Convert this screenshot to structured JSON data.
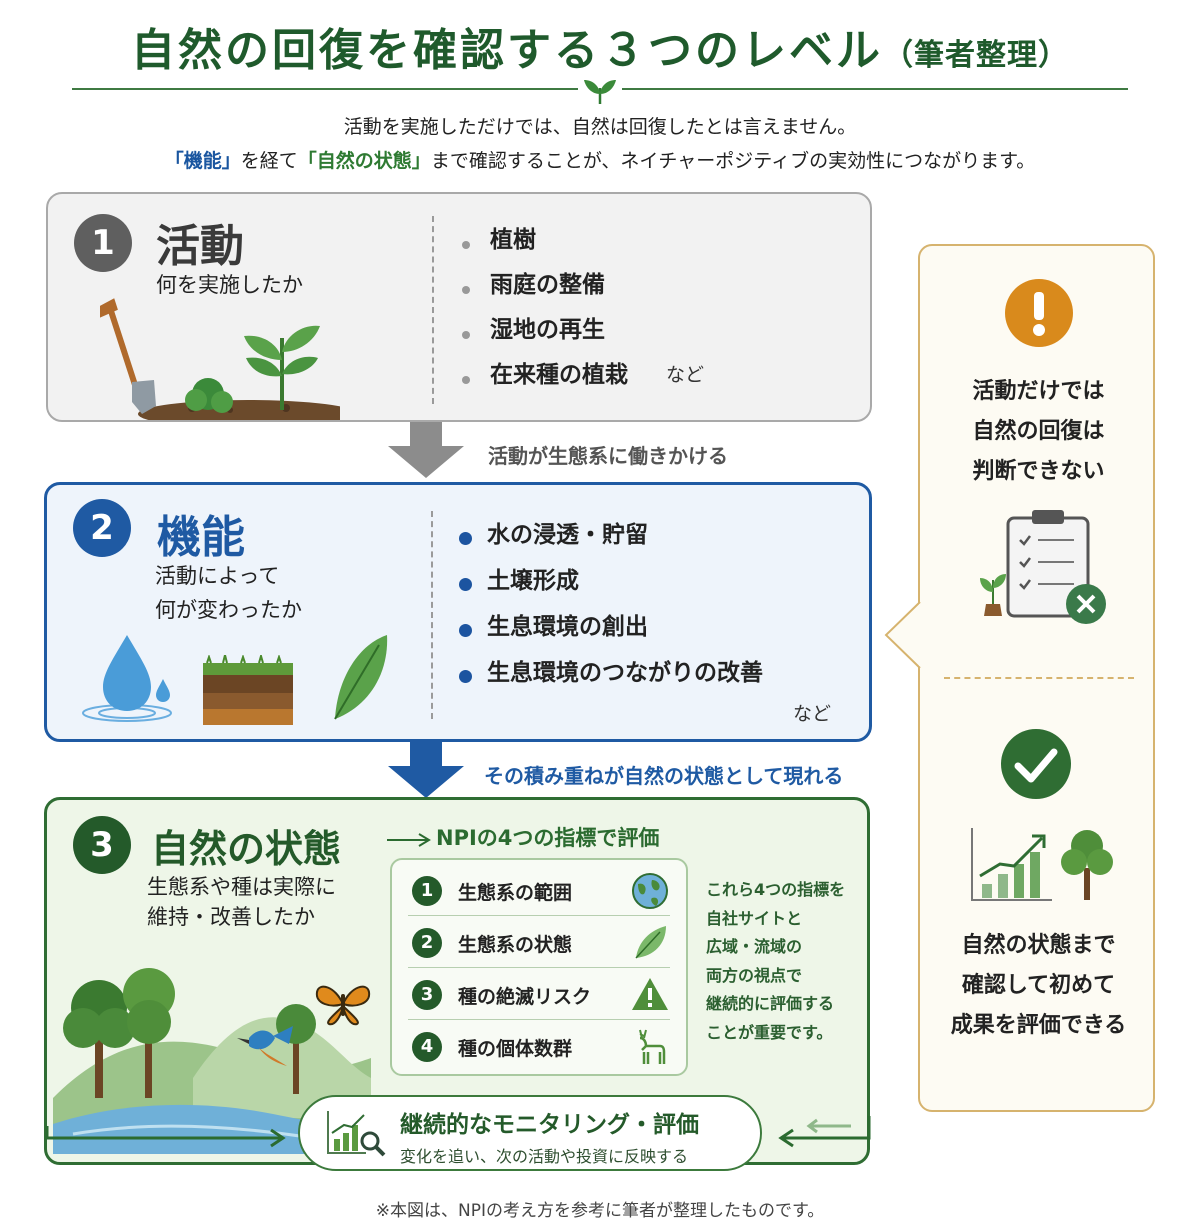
{
  "title": {
    "main": "自然の回復を確認する３つのレベル",
    "sub": "（筆者整理）"
  },
  "lead": {
    "line1": "活動を実施しただけでは、自然は回復したとは言えません。",
    "line2_q1": "「機能」",
    "line2_mid": "を経て",
    "line2_q2": "「自然の状態」",
    "line2_end": "まで確認することが、ネイチャーポジティブの実効性につながります。"
  },
  "level1": {
    "number": "1",
    "heading": "活動",
    "question": "何を実施したか",
    "items": [
      "植樹",
      "雨庭の整備",
      "湿地の再生",
      "在来種の植栽"
    ],
    "etc": "など"
  },
  "arrow1_label": "活動が生態系に働きかける",
  "level2": {
    "number": "2",
    "heading": "機能",
    "question_line1": "活動によって",
    "question_line2": "何が変わったか",
    "items": [
      "水の浸透・貯留",
      "土壌形成",
      "生息環境の創出",
      "生息環境のつながりの改善"
    ],
    "etc": "など"
  },
  "arrow2_label": "その積み重ねが自然の状態として現れる",
  "level3": {
    "number": "3",
    "heading": "自然の状態",
    "question_line1": "生態系や種は実際に",
    "question_line2": "維持・改善したか",
    "npi_title": "NPIの4つの指標で評価",
    "indicators": [
      {
        "num": "1",
        "label": "生態系の範囲",
        "icon": "globe-icon"
      },
      {
        "num": "2",
        "label": "生態系の状態",
        "icon": "leaf-icon"
      },
      {
        "num": "3",
        "label": "種の絶滅リスク",
        "icon": "warning-icon"
      },
      {
        "num": "4",
        "label": "種の個体数群",
        "icon": "deer-icon"
      }
    ],
    "note_lines": [
      "これら4つの指標を",
      "自社サイトと",
      "広域・流域の",
      "両方の視点で",
      "継続的に評価する",
      "ことが重要です。"
    ]
  },
  "monitoring": {
    "title": "継続的なモニタリング・評価",
    "subtitle": "変化を追い、次の活動や投資に反映する"
  },
  "side": {
    "warning_lines": [
      "活動だけでは",
      "自然の回復は",
      "判断できない"
    ],
    "success_lines": [
      "自然の状態まで",
      "確認して初めて",
      "成果を評価できる"
    ]
  },
  "footnote": "※本図は、NPIの考え方を参考に筆者が整理したものです。",
  "colors": {
    "title_green": "#1f5a2c",
    "level1_gray": "#5f5f5f",
    "level2_blue": "#1f5aa3",
    "level3_green": "#245a2a",
    "side_gold": "#d6b36e",
    "warning_orange": "#d98a1c"
  }
}
